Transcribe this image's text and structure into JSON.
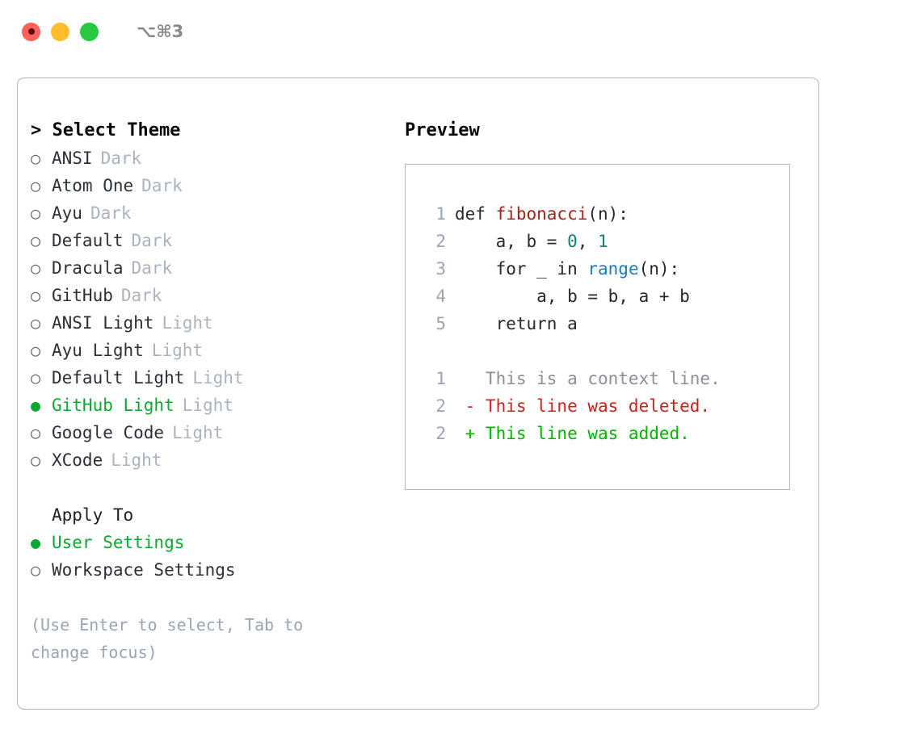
{
  "titlebar": {
    "shortcut": "⌥⌘3",
    "lights": [
      {
        "name": "close",
        "color": "#ff605c"
      },
      {
        "name": "minimize",
        "color": "#ffbd2e"
      },
      {
        "name": "maximize",
        "color": "#28c840"
      }
    ]
  },
  "accent": {
    "selected": "#0ca82f",
    "muted": "#abb3c0",
    "border": "#adb6c4"
  },
  "theme_list": {
    "header": "> Select Theme",
    "items": [
      {
        "bullet": "○",
        "name": "ANSI",
        "badge": "Dark",
        "selected": false
      },
      {
        "bullet": "○",
        "name": "Atom One",
        "badge": "Dark",
        "selected": false
      },
      {
        "bullet": "○",
        "name": "Ayu",
        "badge": "Dark",
        "selected": false
      },
      {
        "bullet": "○",
        "name": "Default",
        "badge": "Dark",
        "selected": false
      },
      {
        "bullet": "○",
        "name": "Dracula",
        "badge": "Dark",
        "selected": false
      },
      {
        "bullet": "○",
        "name": "GitHub",
        "badge": "Dark",
        "selected": false
      },
      {
        "bullet": "○",
        "name": "ANSI Light",
        "badge": "Light",
        "selected": false
      },
      {
        "bullet": "○",
        "name": "Ayu Light",
        "badge": "Light",
        "selected": false
      },
      {
        "bullet": "○",
        "name": "Default Light",
        "badge": "Light",
        "selected": false
      },
      {
        "bullet": "●",
        "name": "GitHub Light",
        "badge": "Light",
        "selected": true
      },
      {
        "bullet": "○",
        "name": "Google Code",
        "badge": "Light",
        "selected": false
      },
      {
        "bullet": "○",
        "name": "XCode",
        "badge": "Light",
        "selected": false
      }
    ]
  },
  "apply_to": {
    "title": "Apply To",
    "items": [
      {
        "bullet": "●",
        "name": "User Settings",
        "selected": true
      },
      {
        "bullet": "○",
        "name": "Workspace Settings",
        "selected": false
      }
    ]
  },
  "hint": "(Use Enter to select, Tab to change focus)",
  "preview": {
    "title": "Preview",
    "code_lines": [
      {
        "lineno": "1",
        "tokens": [
          {
            "t": "def ",
            "c": "kw"
          },
          {
            "t": "fibonacci",
            "c": "fn"
          },
          {
            "t": "(n):",
            "c": "kw"
          }
        ]
      },
      {
        "lineno": "2",
        "tokens": [
          {
            "t": "    a, b = ",
            "c": "kw"
          },
          {
            "t": "0",
            "c": "num"
          },
          {
            "t": ", ",
            "c": "kw"
          },
          {
            "t": "1",
            "c": "num"
          }
        ]
      },
      {
        "lineno": "3",
        "tokens": [
          {
            "t": "    for _ in ",
            "c": "kw"
          },
          {
            "t": "range",
            "c": "call"
          },
          {
            "t": "(n):",
            "c": "kw"
          }
        ]
      },
      {
        "lineno": "4",
        "tokens": [
          {
            "t": "        a, b = b, a + b",
            "c": "kw"
          }
        ]
      },
      {
        "lineno": "5",
        "tokens": [
          {
            "t": "    return a",
            "c": "kw"
          }
        ]
      }
    ],
    "diff_lines": [
      {
        "lineno": "1",
        "tokens": [
          {
            "t": "   This is a context line.",
            "c": "ctx"
          }
        ]
      },
      {
        "lineno": "2",
        "tokens": [
          {
            "t": " - This line was deleted.",
            "c": "del"
          }
        ]
      },
      {
        "lineno": "2",
        "tokens": [
          {
            "t": " + This line was added.",
            "c": "add"
          }
        ]
      }
    ]
  }
}
